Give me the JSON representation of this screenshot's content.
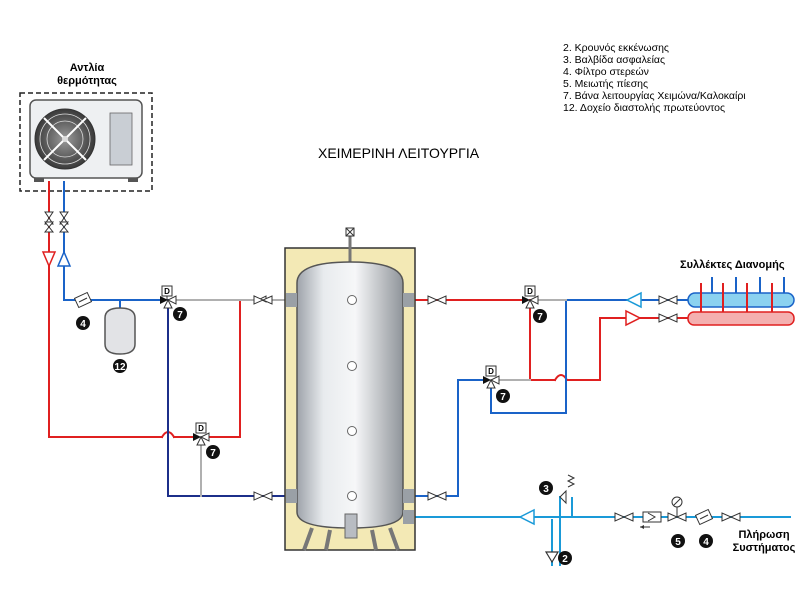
{
  "title": "ΧΕΙΜΕΡΙΝΗ ΛΕΙΤΟΥΡΓΙΑ",
  "heat_pump": {
    "label_line1": "Αντλία",
    "label_line2": "θερμότητας"
  },
  "collectors_label": "Συλλέκτες Διανομής",
  "fill_label": {
    "line1": "Πλήρωση",
    "line2": "Συστήματος"
  },
  "legend": [
    "2. Κρουνός εκκένωσης",
    "3. Βαλβίδα ασφαλείας",
    "4. Φίλτρο στερεών",
    "5. Μειωτής πίεσης",
    "7. Βάνα λειτουργίας Χειμώνα/Καλοκαίρι",
    "12. Δοχείο διαστολής πρωτεύοντος"
  ],
  "markers": {
    "valve_d": "D",
    "n2": "2",
    "n3": "3",
    "n4": "4",
    "n5": "5",
    "n7": "7",
    "n12": "12"
  },
  "colors": {
    "hot": "#e02020",
    "cold": "#1a63c8",
    "return": "#1c2f8a",
    "neutral": "#b0b0b0",
    "tank": "#cfd3d8",
    "insulation": "#f3e9b5"
  }
}
